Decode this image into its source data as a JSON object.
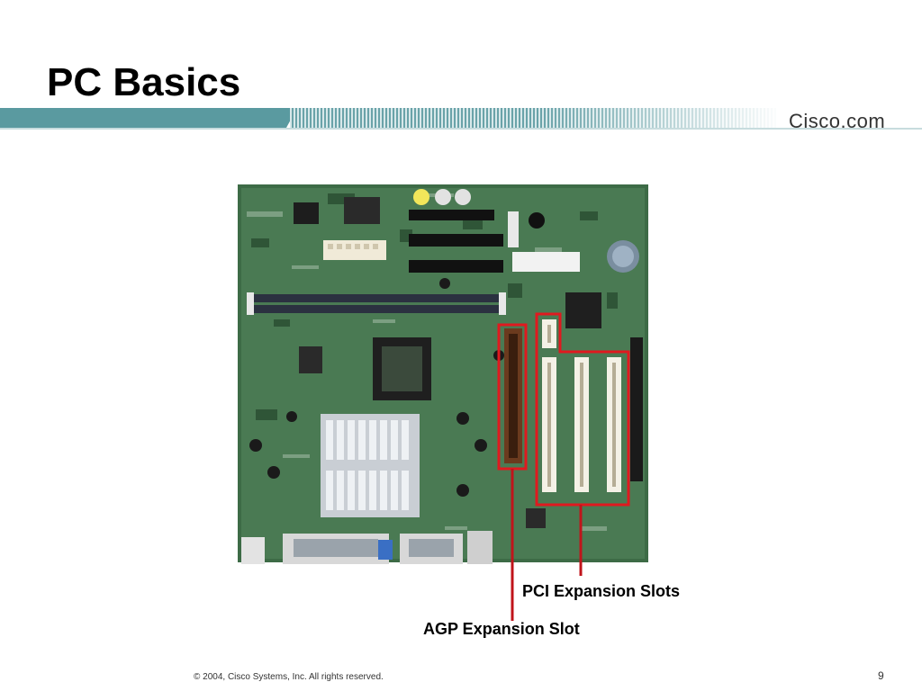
{
  "slide": {
    "title": "PC Basics",
    "brand": "Cisco.com",
    "page_number": "9"
  },
  "figure": {
    "callouts": {
      "pci": "PCI Expansion Slots",
      "agp": "AGP Expansion Slot"
    },
    "highlight_color": "#e0191f"
  },
  "footer": {
    "copyright": "© 2004, Cisco Systems, Inc. All rights reserved."
  },
  "colors": {
    "header_accent": "#5a9aa0",
    "board_green": "#3d6b46"
  }
}
